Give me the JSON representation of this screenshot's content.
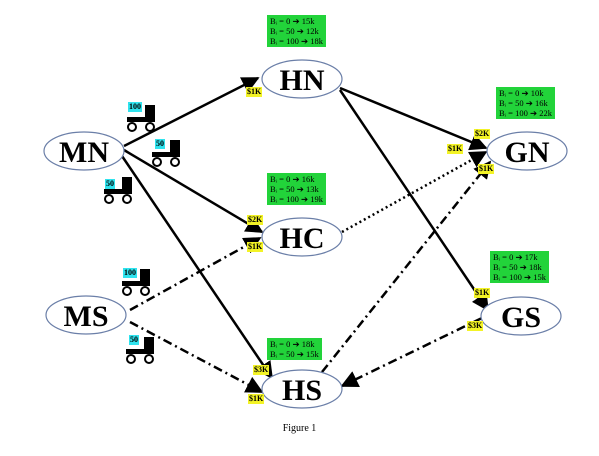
{
  "caption": "Figure 1",
  "colors": {
    "info_box": "#22d33a",
    "cost_tag": "#f3f326",
    "truck_capacity": "#2fe3ee",
    "node_outline": "#6b7fa8"
  },
  "nodes": {
    "MN": "MN",
    "MS": "MS",
    "HN": "HN",
    "HC": "HC",
    "HS": "HS",
    "GN": "GN",
    "GS": "GS"
  },
  "info_boxes": {
    "HN": [
      "Bᵢ = 0     ➔ 15k",
      "Bᵢ = 50    ➔ 12k",
      "Bᵢ = 100 ➔ 18k"
    ],
    "HC": [
      "Bᵢ = 0     ➔ 16k",
      "Bᵢ = 50    ➔ 13k",
      "Bᵢ = 100 ➔ 19k"
    ],
    "HS": [
      "Bᵢ = 0     ➔ 18k",
      "Bᵢ = 50    ➔ 15k"
    ],
    "GN": [
      "Bᵢ = 0     ➔ 10k",
      "Bᵢ = 50    ➔ 16k",
      "Bᵢ = 100 ➔ 22k"
    ],
    "GS": [
      "Bᵢ = 0     ➔ 17k",
      "Bᵢ = 50    ➔ 18k",
      "Bᵢ = 100 ➔ 15k"
    ]
  },
  "cost_tags": {
    "hn_in": "$1K",
    "hc_top": "$2K",
    "hc_bottom": "$1K",
    "hs_top": "$3K",
    "hs_bottom": "$1K",
    "gn_top": "$2K",
    "gn_left": "$1K",
    "gn_bottom": "$1K",
    "gs_top": "$1K",
    "gs_bottom": "$3K"
  },
  "trucks": {
    "mn_upper": "100",
    "mn_middle": "50",
    "mn_lower": "50",
    "ms_upper": "100",
    "ms_lower": "50"
  }
}
